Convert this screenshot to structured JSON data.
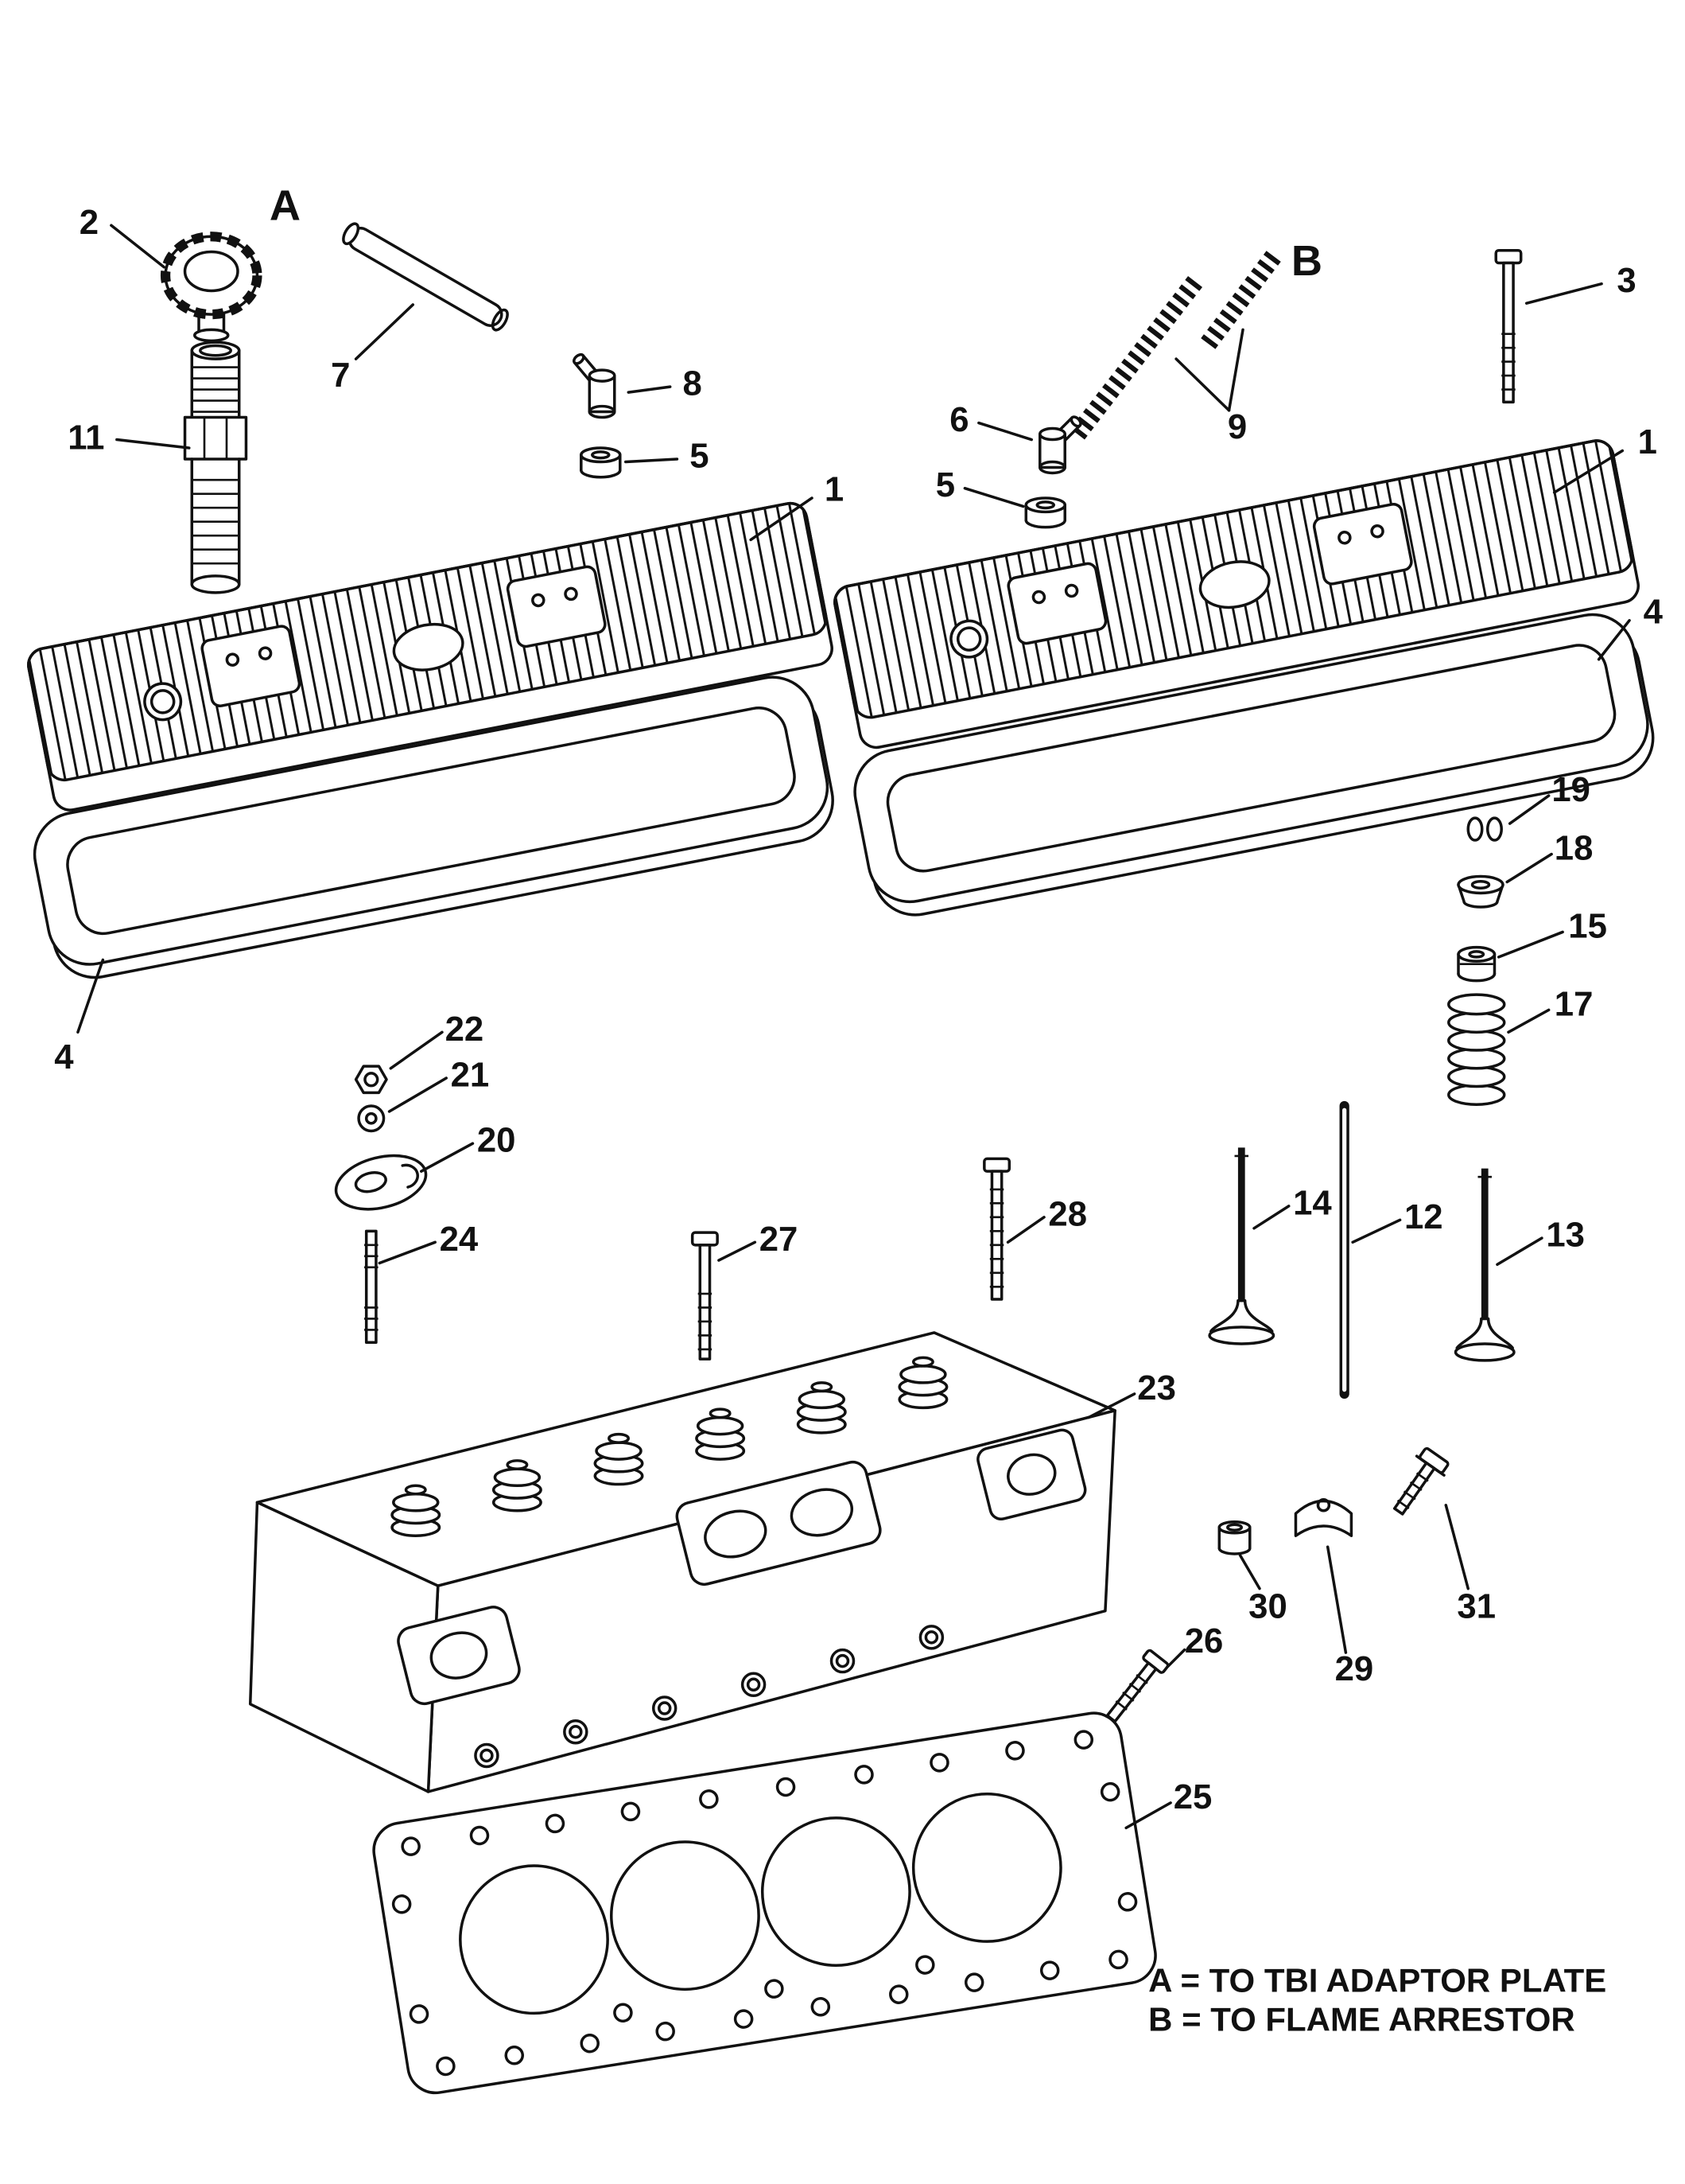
{
  "section_labels": {
    "a": "A",
    "b": "B"
  },
  "legend": {
    "line1": "A = TO TBI ADAPTOR PLATE",
    "line2": "B = TO FLAME ARRESTOR"
  },
  "callouts": {
    "n1_left": "1",
    "n1_right": "1",
    "n2": "2",
    "n3": "3",
    "n4_left": "4",
    "n4_right": "4",
    "n5_left": "5",
    "n5_right": "5",
    "n6": "6",
    "n7": "7",
    "n8": "8",
    "n9": "9",
    "n11": "11",
    "n12": "12",
    "n13": "13",
    "n14": "14",
    "n15": "15",
    "n17": "17",
    "n18": "18",
    "n19": "19",
    "n20": "20",
    "n21": "21",
    "n22": "22",
    "n23": "23",
    "n24": "24",
    "n25": "25",
    "n26": "26",
    "n27": "27",
    "n28": "28",
    "n29": "29",
    "n30": "30",
    "n31": "31"
  },
  "colors": {
    "ink": "#111111",
    "paper": "#ffffff"
  }
}
